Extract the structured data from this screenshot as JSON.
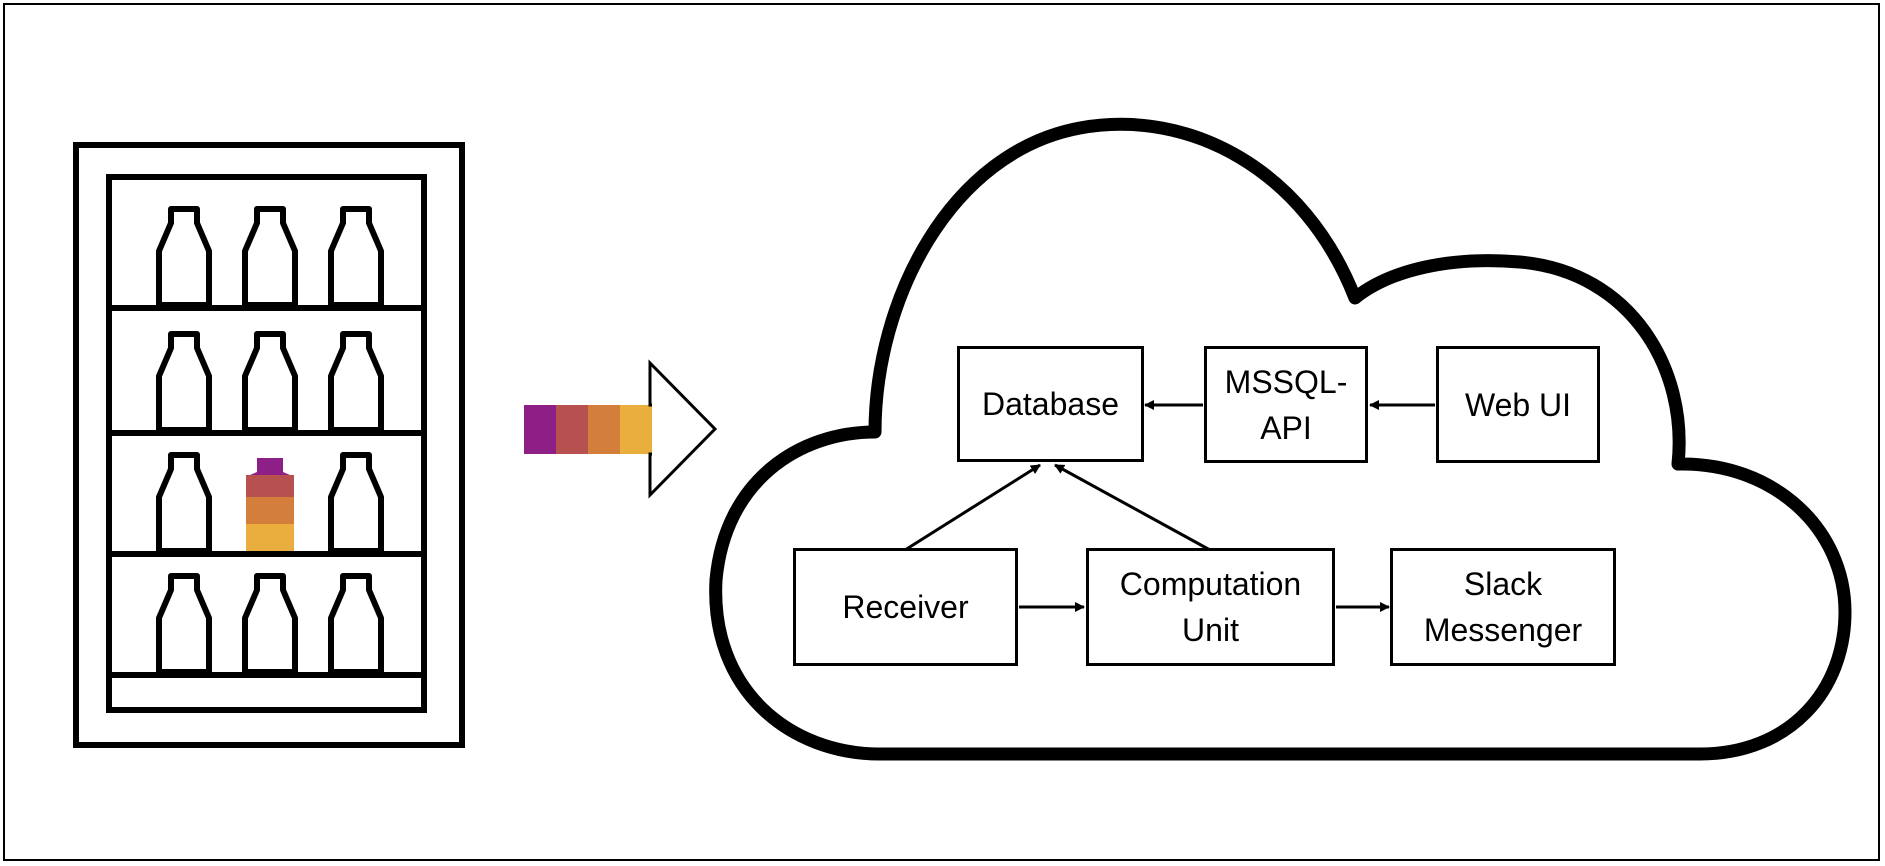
{
  "colors": {
    "line": "#000000",
    "background": "#ffffff",
    "stripes": [
      "#8e1f86",
      "#b6514f",
      "#d37e3a",
      "#e9ae3e"
    ]
  },
  "icons": {
    "fridge": "vending-fridge-icon",
    "bottle": "bottle-icon",
    "highlighted_bottle": "highlighted-bottle-icon",
    "transfer": "data-transfer-arrow-icon",
    "cloud": "cloud-icon"
  },
  "fridge": {
    "shelves": 4,
    "bottles_per_shelf": 3,
    "highlighted": {
      "shelf": 3,
      "position": 2
    }
  },
  "nodes": {
    "database": "Database",
    "mssql_api": "MSSQL-\nAPI",
    "web_ui": "Web UI",
    "receiver": "Receiver",
    "computation_unit": "Computation\nUnit",
    "slack_messenger": "Slack\nMessenger"
  },
  "edges": [
    {
      "from": "mssql_api",
      "to": "database"
    },
    {
      "from": "web_ui",
      "to": "mssql_api"
    },
    {
      "from": "receiver",
      "to": "database"
    },
    {
      "from": "computation_unit",
      "to": "database"
    },
    {
      "from": "receiver",
      "to": "computation_unit"
    },
    {
      "from": "computation_unit",
      "to": "slack_messenger"
    }
  ]
}
